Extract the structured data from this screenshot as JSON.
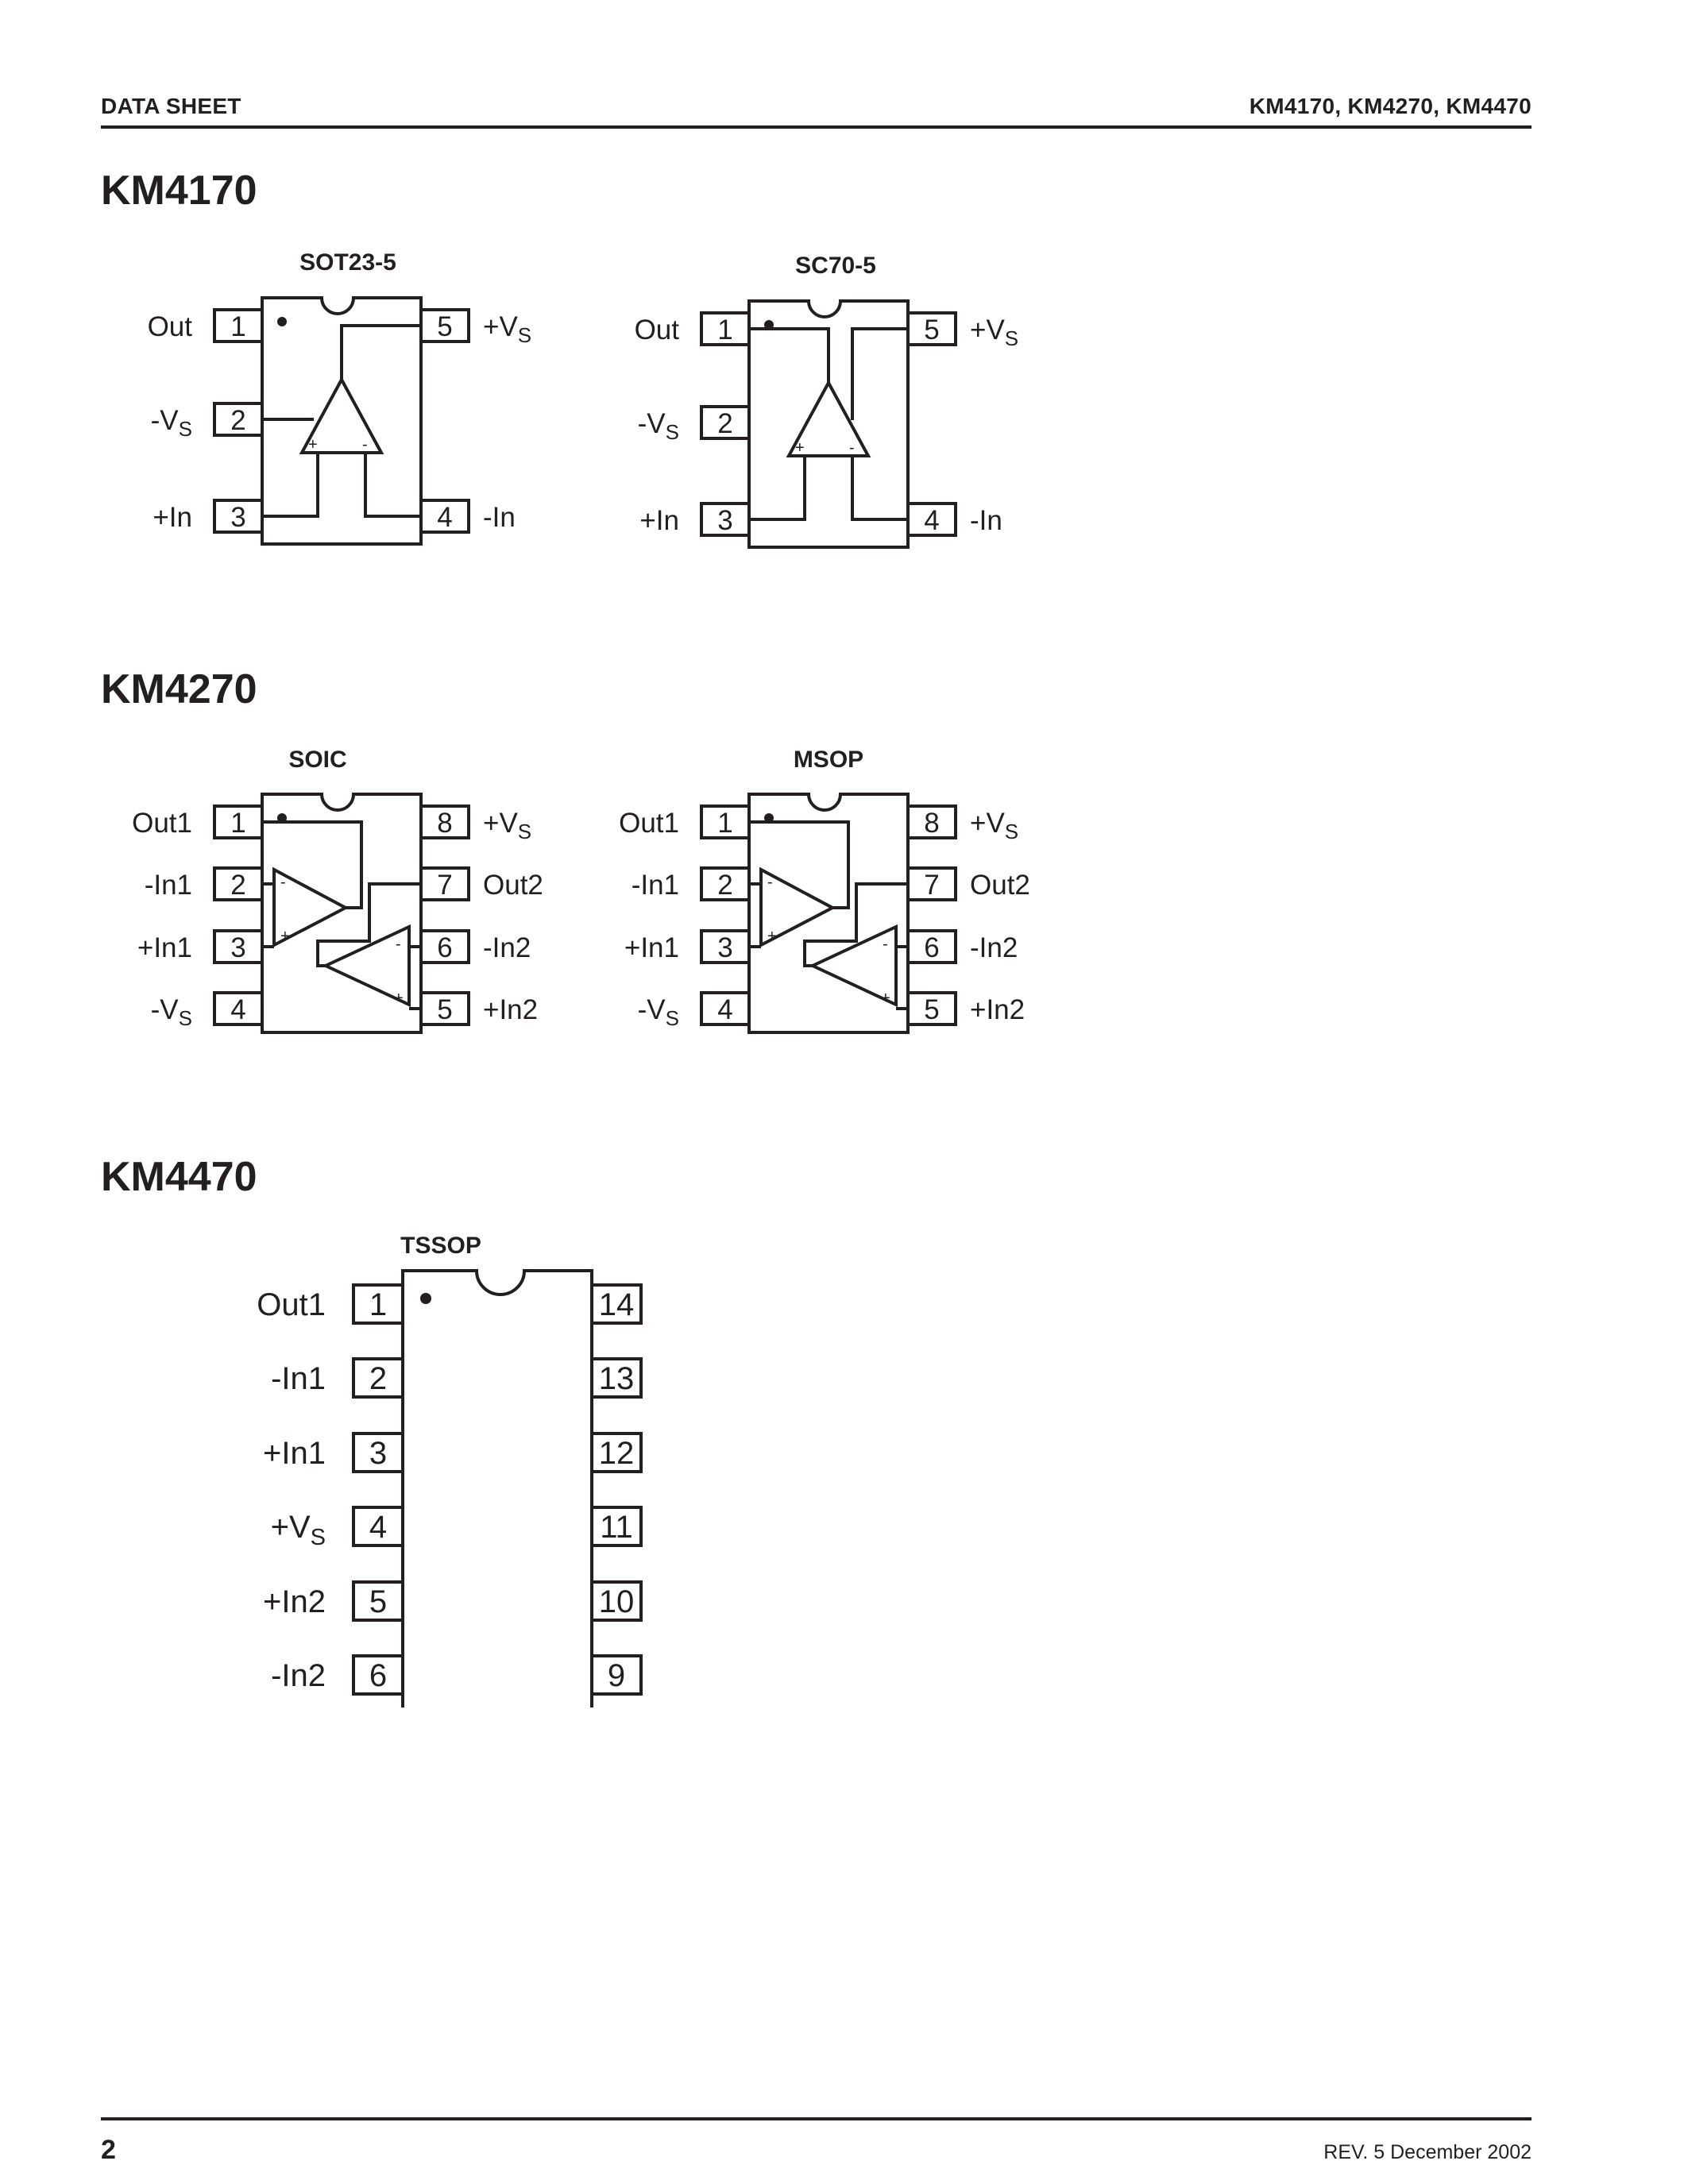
{
  "header": {
    "left": "DATA SHEET",
    "right": "KM4170, KM4270, KM4470"
  },
  "sections": [
    {
      "title": "KM4170",
      "packages": [
        {
          "name": "SOT23-5",
          "left_pins": [
            {
              "num": "1",
              "label": "Out",
              "sub": ""
            },
            {
              "num": "2",
              "label": "-V",
              "sub": "S"
            },
            {
              "num": "3",
              "label": "+In",
              "sub": ""
            }
          ],
          "right_pins": [
            {
              "num": "5",
              "label": "+V",
              "sub": "S"
            },
            {
              "num": "4",
              "label": "-In",
              "sub": ""
            }
          ],
          "opamp_signs": [
            "+",
            "-"
          ]
        },
        {
          "name": "SC70-5",
          "left_pins": [
            {
              "num": "1",
              "label": "Out",
              "sub": ""
            },
            {
              "num": "2",
              "label": "-V",
              "sub": "S"
            },
            {
              "num": "3",
              "label": "+In",
              "sub": ""
            }
          ],
          "right_pins": [
            {
              "num": "5",
              "label": "+V",
              "sub": "S"
            },
            {
              "num": "4",
              "label": "-In",
              "sub": ""
            }
          ],
          "opamp_signs": [
            "+",
            "-"
          ]
        }
      ]
    },
    {
      "title": "KM4270",
      "packages": [
        {
          "name": "SOIC",
          "left_pins": [
            {
              "num": "1",
              "label": "Out1",
              "sub": ""
            },
            {
              "num": "2",
              "label": "-In1",
              "sub": ""
            },
            {
              "num": "3",
              "label": "+In1",
              "sub": ""
            },
            {
              "num": "4",
              "label": "-V",
              "sub": "S"
            }
          ],
          "right_pins": [
            {
              "num": "8",
              "label": "+V",
              "sub": "S"
            },
            {
              "num": "7",
              "label": "Out2",
              "sub": ""
            },
            {
              "num": "6",
              "label": "-In2",
              "sub": ""
            },
            {
              "num": "5",
              "label": "+In2",
              "sub": ""
            }
          ],
          "opamp_signs": [
            "-",
            "+",
            "-",
            "+"
          ]
        },
        {
          "name": "MSOP",
          "left_pins": [
            {
              "num": "1",
              "label": "Out1",
              "sub": ""
            },
            {
              "num": "2",
              "label": "-In1",
              "sub": ""
            },
            {
              "num": "3",
              "label": "+In1",
              "sub": ""
            },
            {
              "num": "4",
              "label": "-V",
              "sub": "S"
            }
          ],
          "right_pins": [
            {
              "num": "8",
              "label": "+V",
              "sub": "S"
            },
            {
              "num": "7",
              "label": "Out2",
              "sub": ""
            },
            {
              "num": "6",
              "label": "-In2",
              "sub": ""
            },
            {
              "num": "5",
              "label": "+In2",
              "sub": ""
            }
          ],
          "opamp_signs": [
            "-",
            "+",
            "-",
            "+"
          ]
        }
      ]
    },
    {
      "title": "KM4470",
      "packages": [
        {
          "name": "TSSOP",
          "left_pins": [
            {
              "num": "1",
              "label": "Out1",
              "sub": ""
            },
            {
              "num": "2",
              "label": "-In1",
              "sub": ""
            },
            {
              "num": "3",
              "label": "+In1",
              "sub": ""
            },
            {
              "num": "4",
              "label": "+V",
              "sub": "S"
            },
            {
              "num": "5",
              "label": "+In2",
              "sub": ""
            },
            {
              "num": "6",
              "label": "-In2",
              "sub": ""
            }
          ],
          "right_pins": [
            {
              "num": "14",
              "label": "",
              "sub": ""
            },
            {
              "num": "13",
              "label": "",
              "sub": ""
            },
            {
              "num": "12",
              "label": "",
              "sub": ""
            },
            {
              "num": "11",
              "label": "",
              "sub": ""
            },
            {
              "num": "10",
              "label": "",
              "sub": ""
            },
            {
              "num": "9",
              "label": "",
              "sub": ""
            }
          ]
        }
      ]
    }
  ],
  "footer": {
    "page": "2",
    "revision": "REV. 5 December 2002"
  }
}
